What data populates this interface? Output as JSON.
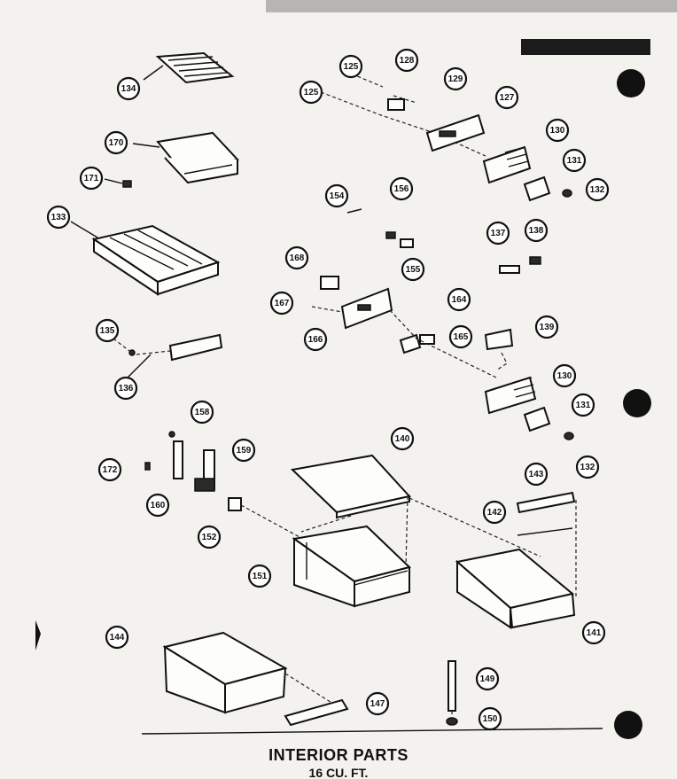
{
  "title": "INTERIOR PARTS",
  "subtitle": "16 CU. FT.",
  "callouts": [
    {
      "id": "c134",
      "label": "134"
    },
    {
      "id": "c170",
      "label": "170"
    },
    {
      "id": "c171",
      "label": "171"
    },
    {
      "id": "c133",
      "label": "133"
    },
    {
      "id": "c135",
      "label": "135"
    },
    {
      "id": "c136",
      "label": "136"
    },
    {
      "id": "c125a",
      "label": "125"
    },
    {
      "id": "c125b",
      "label": "125"
    },
    {
      "id": "c128",
      "label": "128"
    },
    {
      "id": "c129",
      "label": "129"
    },
    {
      "id": "c127",
      "label": "127"
    },
    {
      "id": "c130a",
      "label": "130"
    },
    {
      "id": "c131a",
      "label": "131"
    },
    {
      "id": "c132a",
      "label": "132"
    },
    {
      "id": "c154",
      "label": "154"
    },
    {
      "id": "c156",
      "label": "156"
    },
    {
      "id": "c155",
      "label": "155"
    },
    {
      "id": "c137",
      "label": "137"
    },
    {
      "id": "c138",
      "label": "138"
    },
    {
      "id": "c168",
      "label": "168"
    },
    {
      "id": "c167",
      "label": "167"
    },
    {
      "id": "c166",
      "label": "166"
    },
    {
      "id": "c164",
      "label": "164"
    },
    {
      "id": "c165",
      "label": "165"
    },
    {
      "id": "c139",
      "label": "139"
    },
    {
      "id": "c130b",
      "label": "130"
    },
    {
      "id": "c131b",
      "label": "131"
    },
    {
      "id": "c132b",
      "label": "132"
    },
    {
      "id": "c158",
      "label": "158"
    },
    {
      "id": "c159",
      "label": "159"
    },
    {
      "id": "c172",
      "label": "172"
    },
    {
      "id": "c160",
      "label": "160"
    },
    {
      "id": "c152",
      "label": "152"
    },
    {
      "id": "c140",
      "label": "140"
    },
    {
      "id": "c143",
      "label": "143"
    },
    {
      "id": "c142",
      "label": "142"
    },
    {
      "id": "c151",
      "label": "151"
    },
    {
      "id": "c141",
      "label": "141"
    },
    {
      "id": "c144",
      "label": "144"
    },
    {
      "id": "c147",
      "label": "147"
    },
    {
      "id": "c149",
      "label": "149"
    },
    {
      "id": "c150",
      "label": "150"
    }
  ]
}
